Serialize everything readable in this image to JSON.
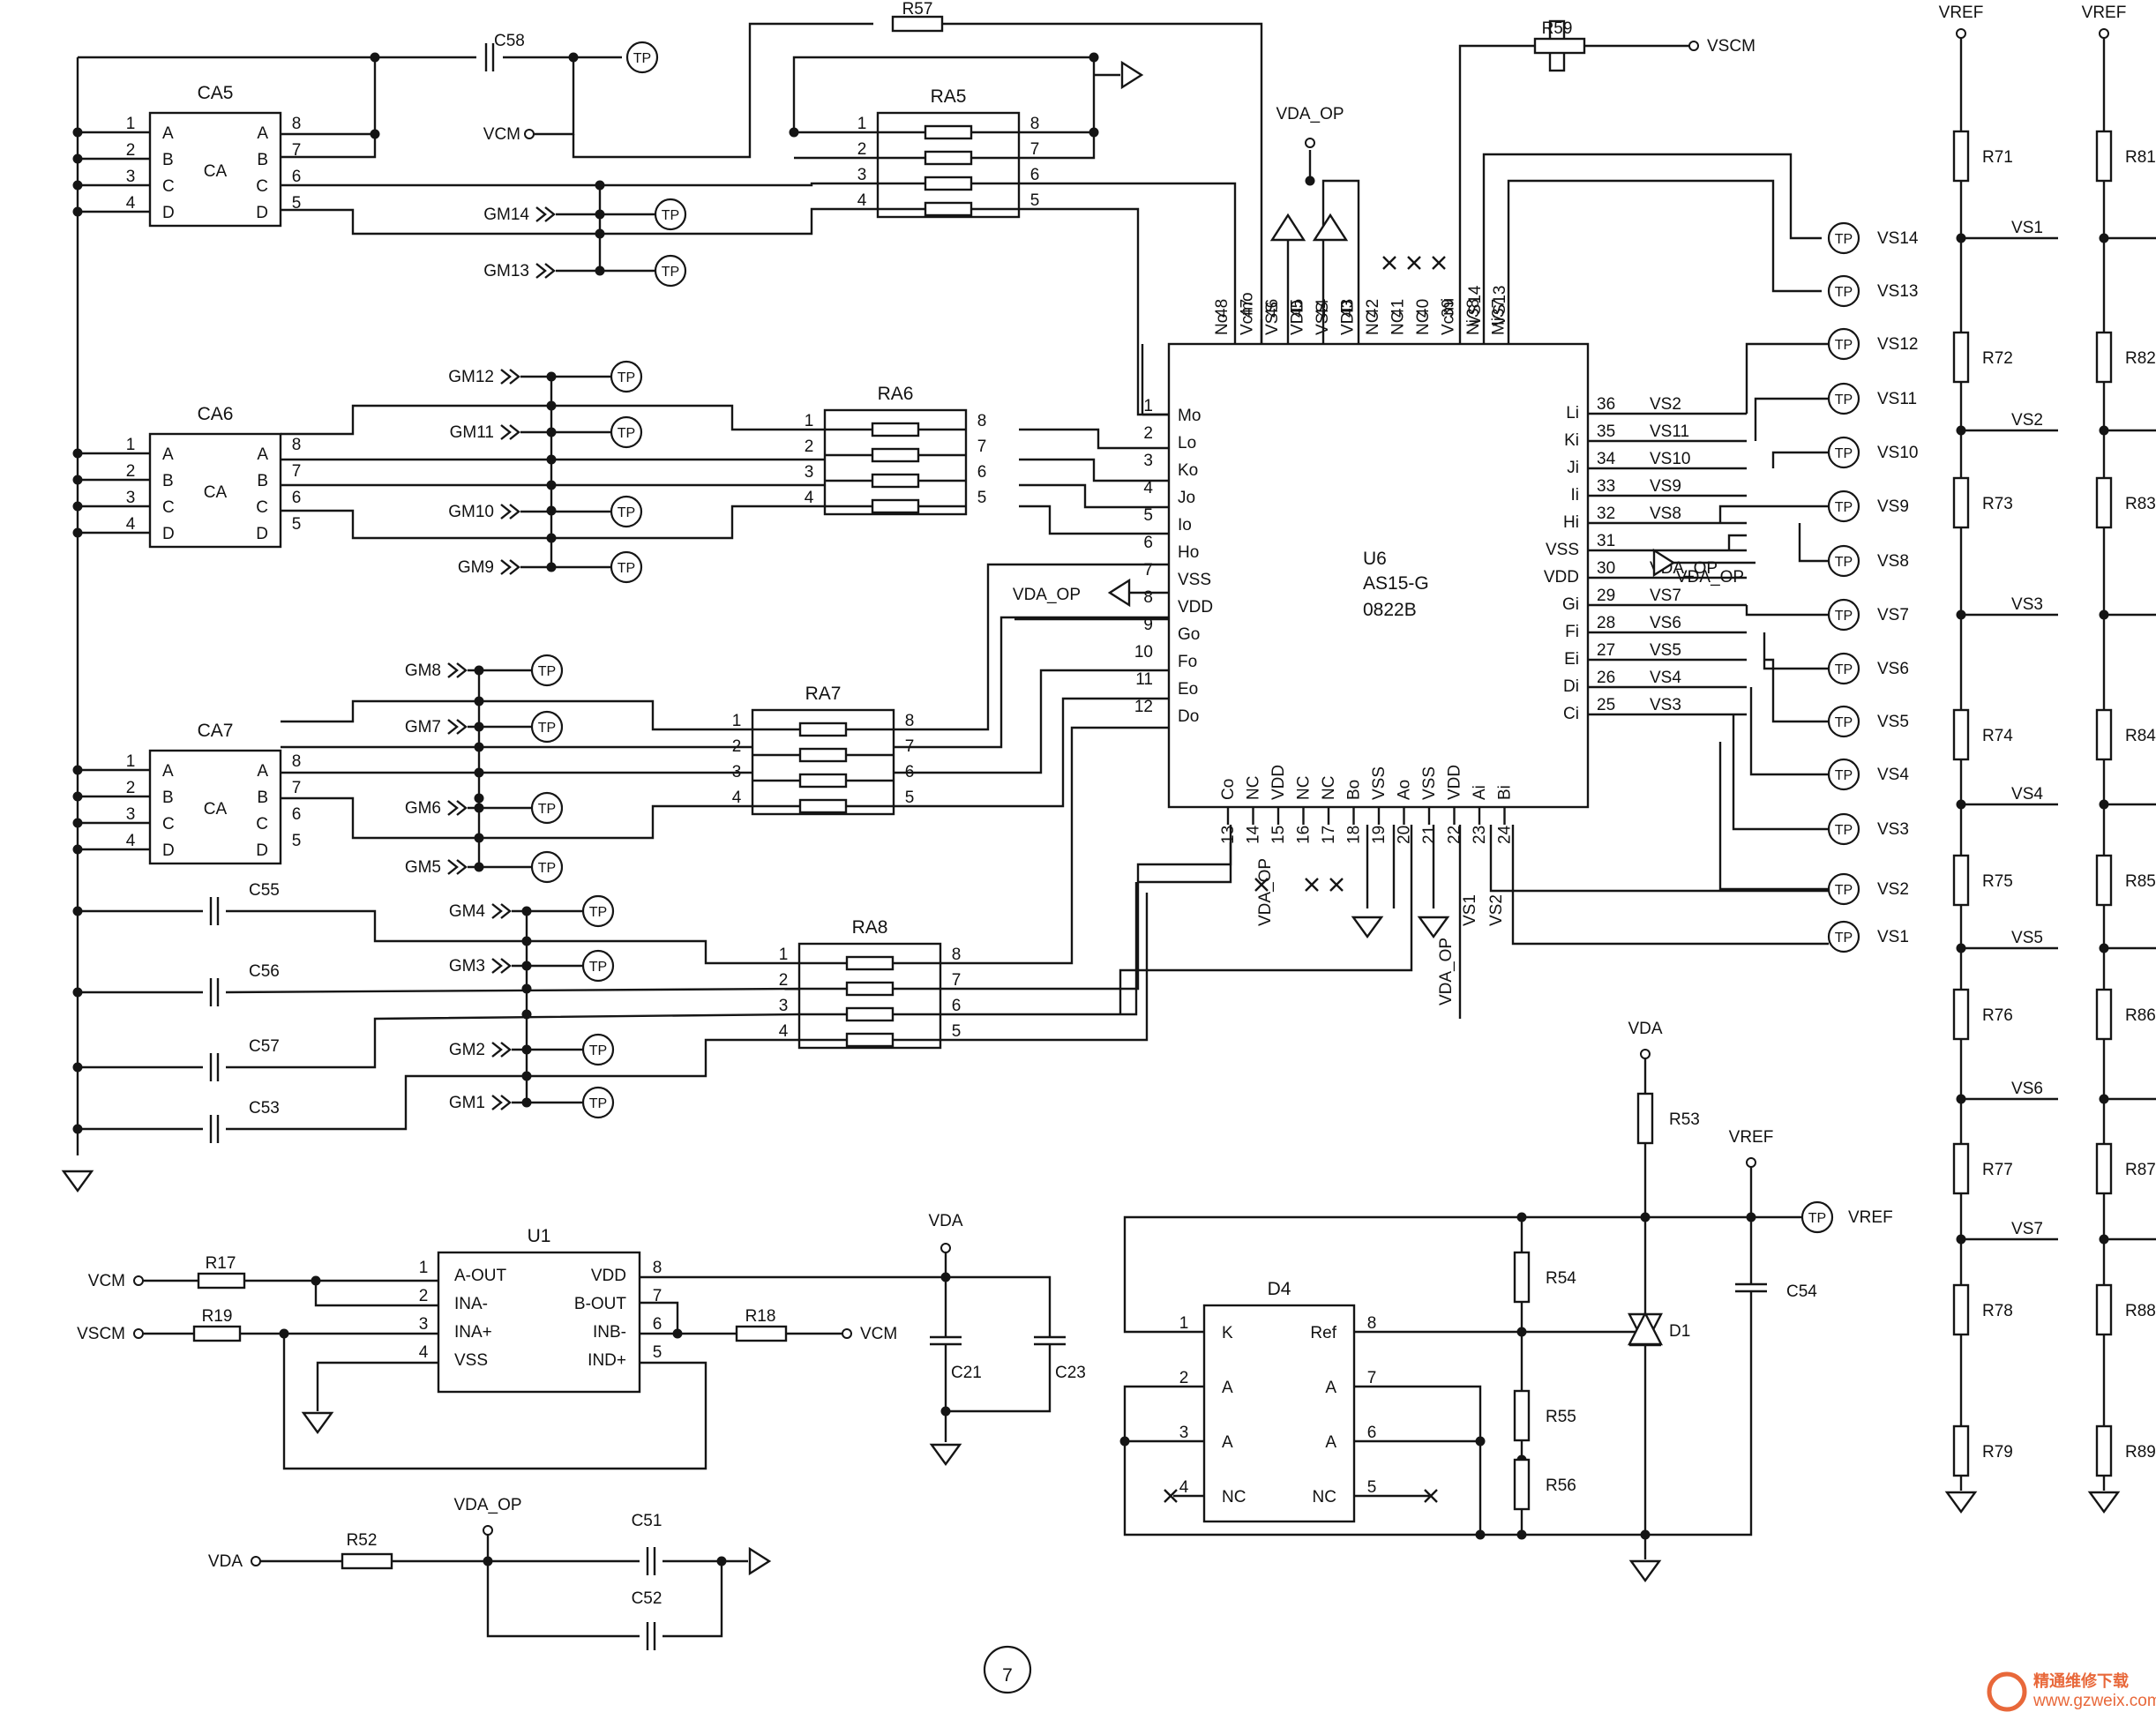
{
  "page_number": "7",
  "watermark": {
    "text": "精通维修下载",
    "url": "www.gzweix.com",
    "color": "#e8683a"
  },
  "testpoint_label": "TP",
  "ground_label": "GND",
  "colors": {
    "ink": "#151515",
    "paper": "#ffffff",
    "watermark": "#e8683a"
  },
  "ca_pins": {
    "left_nums": [
      "1",
      "2",
      "3",
      "4"
    ],
    "left_names": [
      "A",
      "B",
      "C",
      "D"
    ],
    "right_nums": [
      "8",
      "7",
      "6",
      "5"
    ],
    "right_names": [
      "A",
      "B",
      "C",
      "D"
    ]
  },
  "ra_pins": {
    "left": [
      "1",
      "2",
      "3",
      "4"
    ],
    "right": [
      "8",
      "7",
      "6",
      "5"
    ]
  },
  "cap_arrays": [
    {
      "ref": "CA5",
      "center": "CA"
    },
    {
      "ref": "CA6",
      "center": "CA"
    },
    {
      "ref": "CA7",
      "center": "CA"
    }
  ],
  "resistor_arrays": [
    "RA5",
    "RA6",
    "RA7",
    "RA8"
  ],
  "gm_labels": [
    "GM14",
    "GM13",
    "GM12",
    "GM11",
    "GM10",
    "GM9",
    "GM8",
    "GM7",
    "GM6",
    "GM5",
    "GM4",
    "GM3",
    "GM2",
    "GM1"
  ],
  "capacitors_left": [
    "C58",
    "C55",
    "C56",
    "C57",
    "C53"
  ],
  "resistors_top": [
    "R57",
    "R59"
  ],
  "nets": {
    "vcm": "VCM",
    "vscm": "VSCM",
    "vda_op": "VDA_OP",
    "vda": "VDA",
    "vref": "VREF"
  },
  "u6": {
    "ref": "U6",
    "part": "AS15-G",
    "date": "0822B",
    "left_pins": [
      {
        "n": "1",
        "name": "Mo"
      },
      {
        "n": "2",
        "name": "Lo"
      },
      {
        "n": "3",
        "name": "Ko"
      },
      {
        "n": "4",
        "name": "Jo"
      },
      {
        "n": "5",
        "name": "Io"
      },
      {
        "n": "6",
        "name": "Ho"
      },
      {
        "n": "7",
        "name": "VSS"
      },
      {
        "n": "8",
        "name": "VDD"
      },
      {
        "n": "9",
        "name": "Go"
      },
      {
        "n": "10",
        "name": "Fo"
      },
      {
        "n": "11",
        "name": "Eo"
      },
      {
        "n": "12",
        "name": "Do"
      }
    ],
    "right_pins": [
      {
        "n": "36",
        "name": "Li",
        "net": "VS2"
      },
      {
        "n": "35",
        "name": "Ki",
        "net": "VS11"
      },
      {
        "n": "34",
        "name": "Ji",
        "net": "VS10"
      },
      {
        "n": "33",
        "name": "Ii",
        "net": "VS9"
      },
      {
        "n": "32",
        "name": "Hi",
        "net": "VS8"
      },
      {
        "n": "31",
        "name": "VSS",
        "net": ""
      },
      {
        "n": "30",
        "name": "VDD",
        "net": "VDA_OP"
      },
      {
        "n": "29",
        "name": "Gi",
        "net": "VS7"
      },
      {
        "n": "28",
        "name": "Fi",
        "net": "VS6"
      },
      {
        "n": "27",
        "name": "Ei",
        "net": "VS5"
      },
      {
        "n": "26",
        "name": "Di",
        "net": "VS4"
      },
      {
        "n": "25",
        "name": "Ci",
        "net": "VS3"
      }
    ],
    "top_pins": [
      {
        "n": "48",
        "name": "No"
      },
      {
        "n": "47",
        "name": "Vcmo"
      },
      {
        "n": "46",
        "name": "VSS"
      },
      {
        "n": "45",
        "name": "VDD"
      },
      {
        "n": "44",
        "name": "VSS"
      },
      {
        "n": "43",
        "name": "VDD"
      },
      {
        "n": "42",
        "name": "NC"
      },
      {
        "n": "41",
        "name": "NC"
      },
      {
        "n": "40",
        "name": "NC"
      },
      {
        "n": "39",
        "name": "Vcmi"
      },
      {
        "n": "38",
        "name": "Ni"
      },
      {
        "n": "37",
        "name": "Mi"
      }
    ],
    "top_nets": [
      "VS14",
      "VS13"
    ],
    "bottom_pins": [
      {
        "n": "13",
        "name": "Co"
      },
      {
        "n": "14",
        "name": "NC"
      },
      {
        "n": "15",
        "name": "VDD"
      },
      {
        "n": "16",
        "name": "NC"
      },
      {
        "n": "17",
        "name": "NC"
      },
      {
        "n": "18",
        "name": "Bo"
      },
      {
        "n": "19",
        "name": "VSS"
      },
      {
        "n": "20",
        "name": "Ao"
      },
      {
        "n": "21",
        "name": "VSS"
      },
      {
        "n": "22",
        "name": "VDD"
      },
      {
        "n": "23",
        "name": "Ai"
      },
      {
        "n": "24",
        "name": "Bi"
      }
    ],
    "bottom_nets": [
      "VDA_OP",
      "VDA_OP",
      "VS1",
      "VS2"
    ]
  },
  "vs_testpoints": [
    "VS14",
    "VS13",
    "VS12",
    "VS11",
    "VS10",
    "VS9",
    "VS8",
    "VS7",
    "VS6",
    "VS5",
    "VS4",
    "VS3",
    "VS2",
    "VS1"
  ],
  "u1": {
    "ref": "U1",
    "left_pins": [
      {
        "n": "1",
        "name": "A-OUT"
      },
      {
        "n": "2",
        "name": "INA-"
      },
      {
        "n": "3",
        "name": "INA+"
      },
      {
        "n": "4",
        "name": "VSS"
      }
    ],
    "right_pins": [
      {
        "n": "8",
        "name": "VDD"
      },
      {
        "n": "7",
        "name": "B-OUT"
      },
      {
        "n": "6",
        "name": "INB-"
      },
      {
        "n": "5",
        "name": "IND+"
      }
    ],
    "resistors": [
      "R17",
      "R19",
      "R18"
    ],
    "caps": [
      "C21",
      "C23"
    ]
  },
  "filter": {
    "resistor": "R52",
    "caps": [
      "C51",
      "C52"
    ]
  },
  "d4": {
    "ref": "D4",
    "left_pins": [
      {
        "n": "1",
        "name": "K"
      },
      {
        "n": "2",
        "name": "A"
      },
      {
        "n": "3",
        "name": "A"
      },
      {
        "n": "4",
        "name": "NC"
      }
    ],
    "right_pins": [
      {
        "n": "8",
        "name": "Ref"
      },
      {
        "n": "7",
        "name": "A"
      },
      {
        "n": "6",
        "name": "A"
      },
      {
        "n": "5",
        "name": "NC"
      }
    ],
    "resistors": [
      "R53",
      "R54",
      "R55",
      "R56"
    ],
    "diode": "D1",
    "cap": "C54"
  },
  "ladder1": {
    "resistors": [
      "R71",
      "R72",
      "R73",
      "R74",
      "R75",
      "R76",
      "R77",
      "R78",
      "R79"
    ],
    "taps": [
      "VS1",
      "VS2",
      "VS3",
      "VS4",
      "VS5",
      "VS6",
      "VS7"
    ]
  },
  "ladder2": {
    "resistors": [
      "R81",
      "R82",
      "R83",
      "R84",
      "R85",
      "R86",
      "R87",
      "R88",
      "R89"
    ]
  }
}
